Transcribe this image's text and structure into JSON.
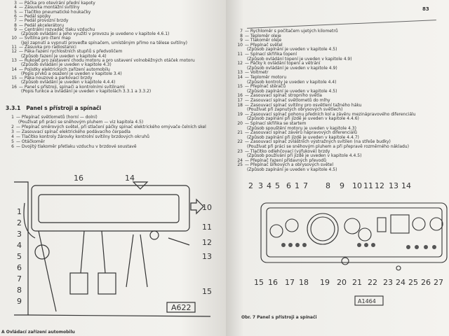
{
  "left_page": {
    "items": [
      {
        "n": "3",
        "text": "Páčka pro otevírání přední kapoty"
      },
      {
        "n": "4",
        "text": "Zásuvka montážní svítilny"
      },
      {
        "n": "5",
        "text": "Tlačítko pneumatické houkačky"
      },
      {
        "n": "6",
        "text": "Pedál spojky"
      },
      {
        "n": "7",
        "text": "Pedál provozní brzdy"
      },
      {
        "n": "8",
        "text": "Pedál akcelerátoru"
      },
      {
        "n": "9",
        "text": "Centrální rozvaděč tlaku vzduchu",
        "note": "(Způsob ovládání a jeho využití v provozu je uvedeno v kapitole 4.6.1)"
      },
      {
        "n": "10",
        "text": "Svítilna pro čtení map",
        "note": "(Její zapnutí a vypnutí proveďte spínačem, umístěným přímo na tělese svítilny)"
      },
      {
        "n": "11",
        "text": "Zásuvka pro radiostanici"
      },
      {
        "n": "12",
        "text": "Páka řazení rychlostních stupňů s předvoličem",
        "note": "(Způsob řazení je uveden v kapitole 4.4)"
      },
      {
        "n": "13",
        "text": "Rukojeť pro zastavení chodu motoru a pro ustavení volnoběžných otáček motoru",
        "note": "(Způsob ovládání je uveden v kapitole 4.3)"
      },
      {
        "n": "14",
        "text": "Pojistky elektrických zařízení automobilu",
        "note": "(Popis prvků a osazení je uveden v kapitole 3.4)"
      },
      {
        "n": "15",
        "text": "Páka nouzové a parkovací brzdy",
        "note": "(Způsob ovládání je uveden v kapitole 4.4.4)"
      },
      {
        "n": "16",
        "text": "Panel s přístroji, spínači a kontrolními svítilnami",
        "note": "(Popis funkce a ovládání je uveden v kapitolách 3.3.1 a 3.3.2)"
      }
    ],
    "section": {
      "number": "3.3.1",
      "title": "Panel s přístroji a spínači"
    },
    "section_items": [
      {
        "n": "1",
        "text": "Přepínač světlometů (horní — dolní)",
        "note": "(Používat při práci se sněhovým pluhem — viz kapitola 4.5)"
      },
      {
        "n": "2",
        "text": "Přepínač směrových světel, při stlačení páčky spínač elektrického omývače čelních skel"
      },
      {
        "n": "3",
        "text": "Zasouvací spínač elektrického podávacího čerpadla"
      },
      {
        "n": "4",
        "text": "Tlačítko kontroly žárovky kontrolní svítilny brzdových okruhů"
      },
      {
        "n": "5",
        "text": "Otáčkoměr"
      },
      {
        "n": "6",
        "text": "Dvojitý tlakoměr přetlaku vzduchu v brzdové soustavě"
      }
    ],
    "figure": {
      "code": "A622",
      "callouts": [
        "16",
        "14",
        "1",
        "2",
        "3",
        "4",
        "5",
        "6",
        "7",
        "8",
        "9",
        "10",
        "11",
        "12",
        "13",
        "15"
      ],
      "caption": "A Ovládací zařízení automobilu"
    }
  },
  "right_page": {
    "page_number": "83",
    "items": [
      {
        "n": "7",
        "text": "Rychloměr s počítačem ujetých kilometrů"
      },
      {
        "n": "8",
        "text": "Teploměr oleje"
      },
      {
        "n": "9",
        "text": "Tlakoměr oleje"
      },
      {
        "n": "10",
        "text": "Přepínač světel",
        "note": "(Způsob zapínání je uveden v kapitole 4.5)"
      },
      {
        "n": "11",
        "text": "Spínací skříňka topení",
        "note": "(Způsob ovládání topení je uveden v kapitole 4.9)"
      },
      {
        "n": "12",
        "text": "Páčky k ovládání topení a větrání",
        "note": "(Způsob ovládání je uveden v kapitole 4.9)"
      },
      {
        "n": "13",
        "text": "Voltmetr"
      },
      {
        "n": "14",
        "text": "Teploměr motoru",
        "note": "(Způsob kontroly je uveden v kapitole 4.4)"
      },
      {
        "n": "15",
        "text": "Přepínač stěračů",
        "note": "(Způsob zapínání je uveden v kapitole 4.5)"
      },
      {
        "n": "16",
        "text": "Zasouvací spínač stropního světla"
      },
      {
        "n": "17",
        "text": "Zasouvací spínač světlometů do mlhy"
      },
      {
        "n": "18",
        "text": "Zasouvací spínač svítilny pro osvětlení tažného háku",
        "note": "(Používat při zapnutých obrysových světlech)"
      },
      {
        "n": "19",
        "text": "Zasouvací spínač pohonu předních kol a závěru mezinápravového diferenciálu",
        "note": "(Způsob zapínání při jízdě je uveden v kapitole 4.4.6)"
      },
      {
        "n": "20",
        "text": "Spínací skříňka se startem",
        "note": "(Způsob spouštění motoru je uveden v kapitole 4.3)"
      },
      {
        "n": "21",
        "text": "Zasouvací spínač závěrů nápravových diferenciálů",
        "note": "(Způsob zapínání při jízdě je uveden v kapitole 4.4.7)"
      },
      {
        "n": "22",
        "text": "Zasouvací spínač zvláštních výstražných svítilen (na střeše budky)",
        "note": "(Používat při práci se sněhovým pluhem a při přepravě rozměrného nákladu)"
      },
      {
        "n": "23",
        "text": "Tlačítko odlehčovací (výfukové) brzdy",
        "note": "(Způsob používání při jízdě je uveden v kapitole 4.4.5)"
      },
      {
        "n": "24",
        "text": "Přepínač řazení přídavných převodů"
      },
      {
        "n": "25",
        "text": "Přepínač šířkových a obrysových světel",
        "note": "(Způsob zapínání je uveden v kapitole 4.5)"
      }
    ],
    "figure": {
      "code": "A1464",
      "top_callouts": [
        "2",
        "3",
        "4",
        "5",
        "6",
        "1",
        "7",
        "8",
        "9",
        "10",
        "11",
        "12",
        "13",
        "14"
      ],
      "bottom_callouts": [
        "15",
        "16",
        "17",
        "18",
        "19",
        "20",
        "21",
        "22",
        "23",
        "24",
        "25",
        "26",
        "27"
      ],
      "caption": "Obr. 7 Panel s přístroji a spínači"
    }
  }
}
